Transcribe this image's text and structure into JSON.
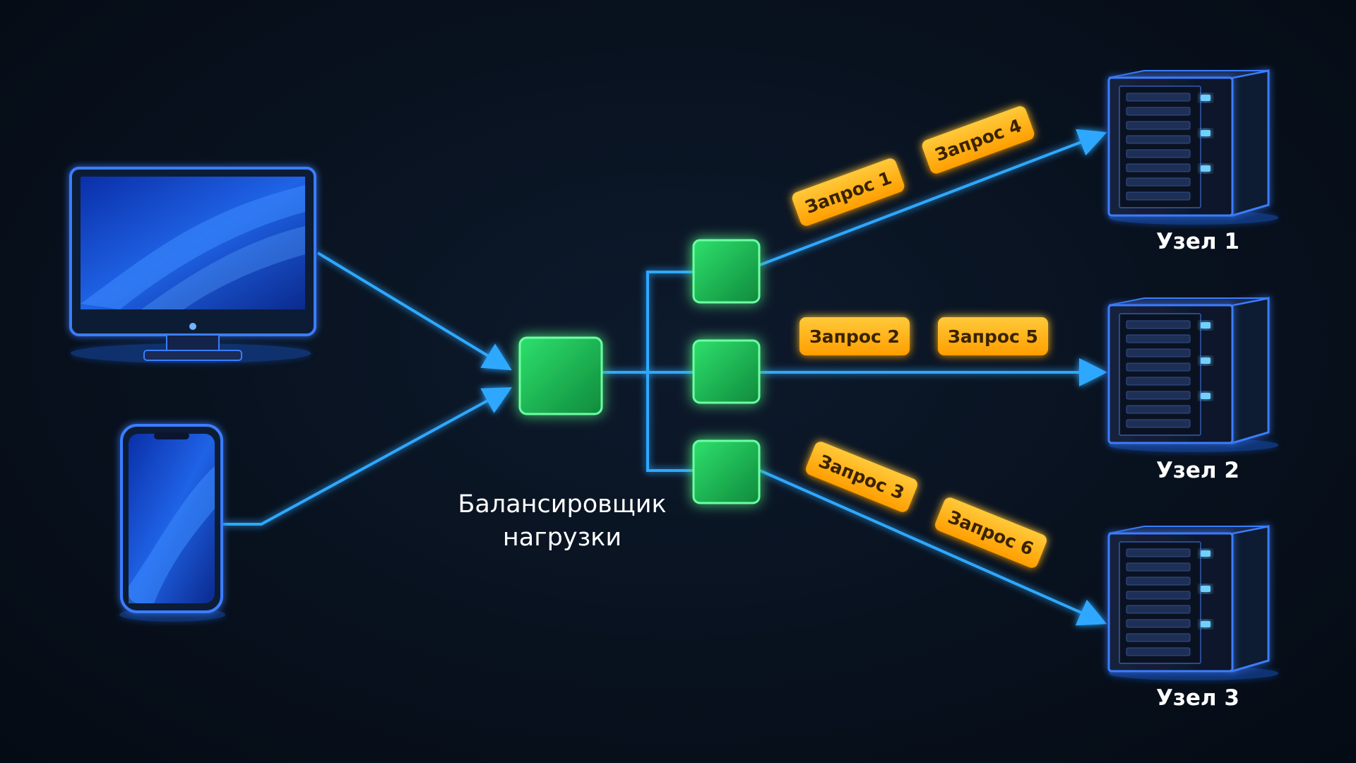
{
  "load_balancer": {
    "label_line1": "Балансировщик",
    "label_line2": "нагрузки"
  },
  "nodes": [
    {
      "label": "Узел 1"
    },
    {
      "label": "Узел 2"
    },
    {
      "label": "Узел 3"
    }
  ],
  "requests": [
    {
      "label": "Запрос 1"
    },
    {
      "label": "Запрос 4"
    },
    {
      "label": "Запрос 2"
    },
    {
      "label": "Запрос 5"
    },
    {
      "label": "Запрос 3"
    },
    {
      "label": "Запрос 6"
    }
  ],
  "colors": {
    "line": "#2fa8ff",
    "lb_green": "#22c95a",
    "request_badge": "#ffb300",
    "device_screen": "#1f52d8"
  },
  "icons": [
    "desktop-monitor-icon",
    "smartphone-icon",
    "server-rack-icon"
  ]
}
